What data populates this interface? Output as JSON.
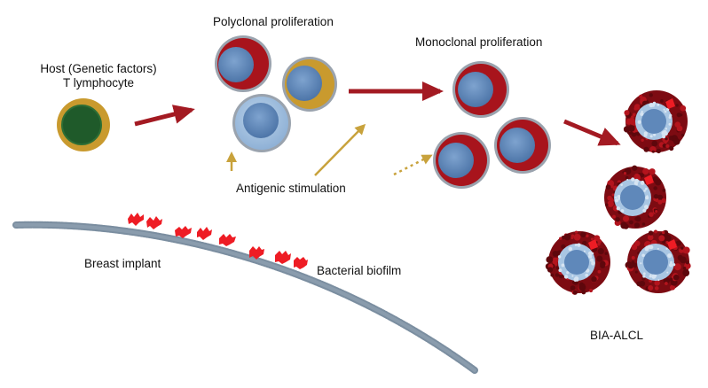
{
  "labels": {
    "host_line1": "Host (Genetic factors)",
    "host_line2": "T lymphocyte",
    "polyclonal": "Polyclonal proliferation",
    "monoclonal": "Monoclonal proliferation",
    "antigenic": "Antigenic stimulation",
    "breast_implant": "Breast implant",
    "bacterial_biofilm": "Bacterial biofilm",
    "bia_alcl": "BIA-ALCL"
  },
  "colors": {
    "arrow_red": "#a31a22",
    "arrow_gold": "#c8a23c",
    "cell_red": "#a8141c",
    "cell_gold": "#c99a2e",
    "nucleus_blue": "#5d86b8",
    "cell_pale_blue": "#9fbedf",
    "host_nucleus_green": "#1f5a2a",
    "implant_gray": "#7b8ea0",
    "biofilm_red": "#ee1c24",
    "tumor_dark_red": "#8b0e14"
  }
}
